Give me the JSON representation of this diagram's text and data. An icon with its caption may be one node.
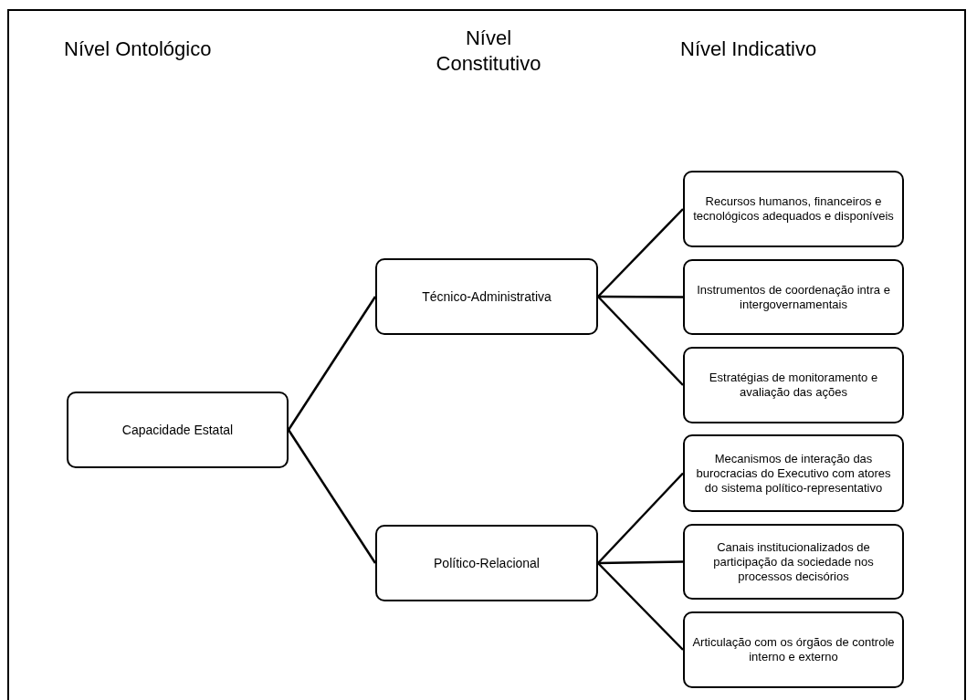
{
  "diagram": {
    "nodes": [
      {
        "text": [
          "Capacidade Estatal"
        ]
      },
      {
        "text": [
          "Técnico-Administrativa"
        ]
      },
      {
        "text": [
          "Político-Relacional"
        ]
      },
      {
        "text": [
          "Recursos humanos, financeiros e tecnológicos adequados e disponíveis"
        ]
      },
      {
        "text": [
          "Instrumentos de coordenação intra e intergovernamentais"
        ]
      },
      {
        "text": [
          "Estratégias de monitoramento e avaliação das ações"
        ]
      },
      {
        "text": [
          "Mecanismos de interação das burocracias do Executivo com atores do sistema político-representativo"
        ]
      },
      {
        "text": [
          "Canais institucionalizados de participação da sociedade nos processos decisórios"
        ]
      },
      {
        "text": [
          "Articulação com os órgãos de controle interno e externo"
        ]
      }
    ],
    "edges": [
      {
        "from": 0,
        "to": 1,
        "arrow": "none"
      },
      {
        "from": 0,
        "to": 2,
        "arrow": "none"
      },
      {
        "from": 1,
        "to": 3,
        "arrow": "none"
      },
      {
        "from": 1,
        "to": 4,
        "arrow": "none"
      },
      {
        "from": 1,
        "to": 5,
        "arrow": "none"
      },
      {
        "from": 2,
        "to": 6,
        "arrow": "none"
      },
      {
        "from": 2,
        "to": 7,
        "arrow": "none"
      },
      {
        "from": 2,
        "to": 8,
        "arrow": "none"
      }
    ],
    "labels": [
      "Nível Ontológico",
      "Nível Constitutivo",
      "Nível Indicativo"
    ]
  }
}
